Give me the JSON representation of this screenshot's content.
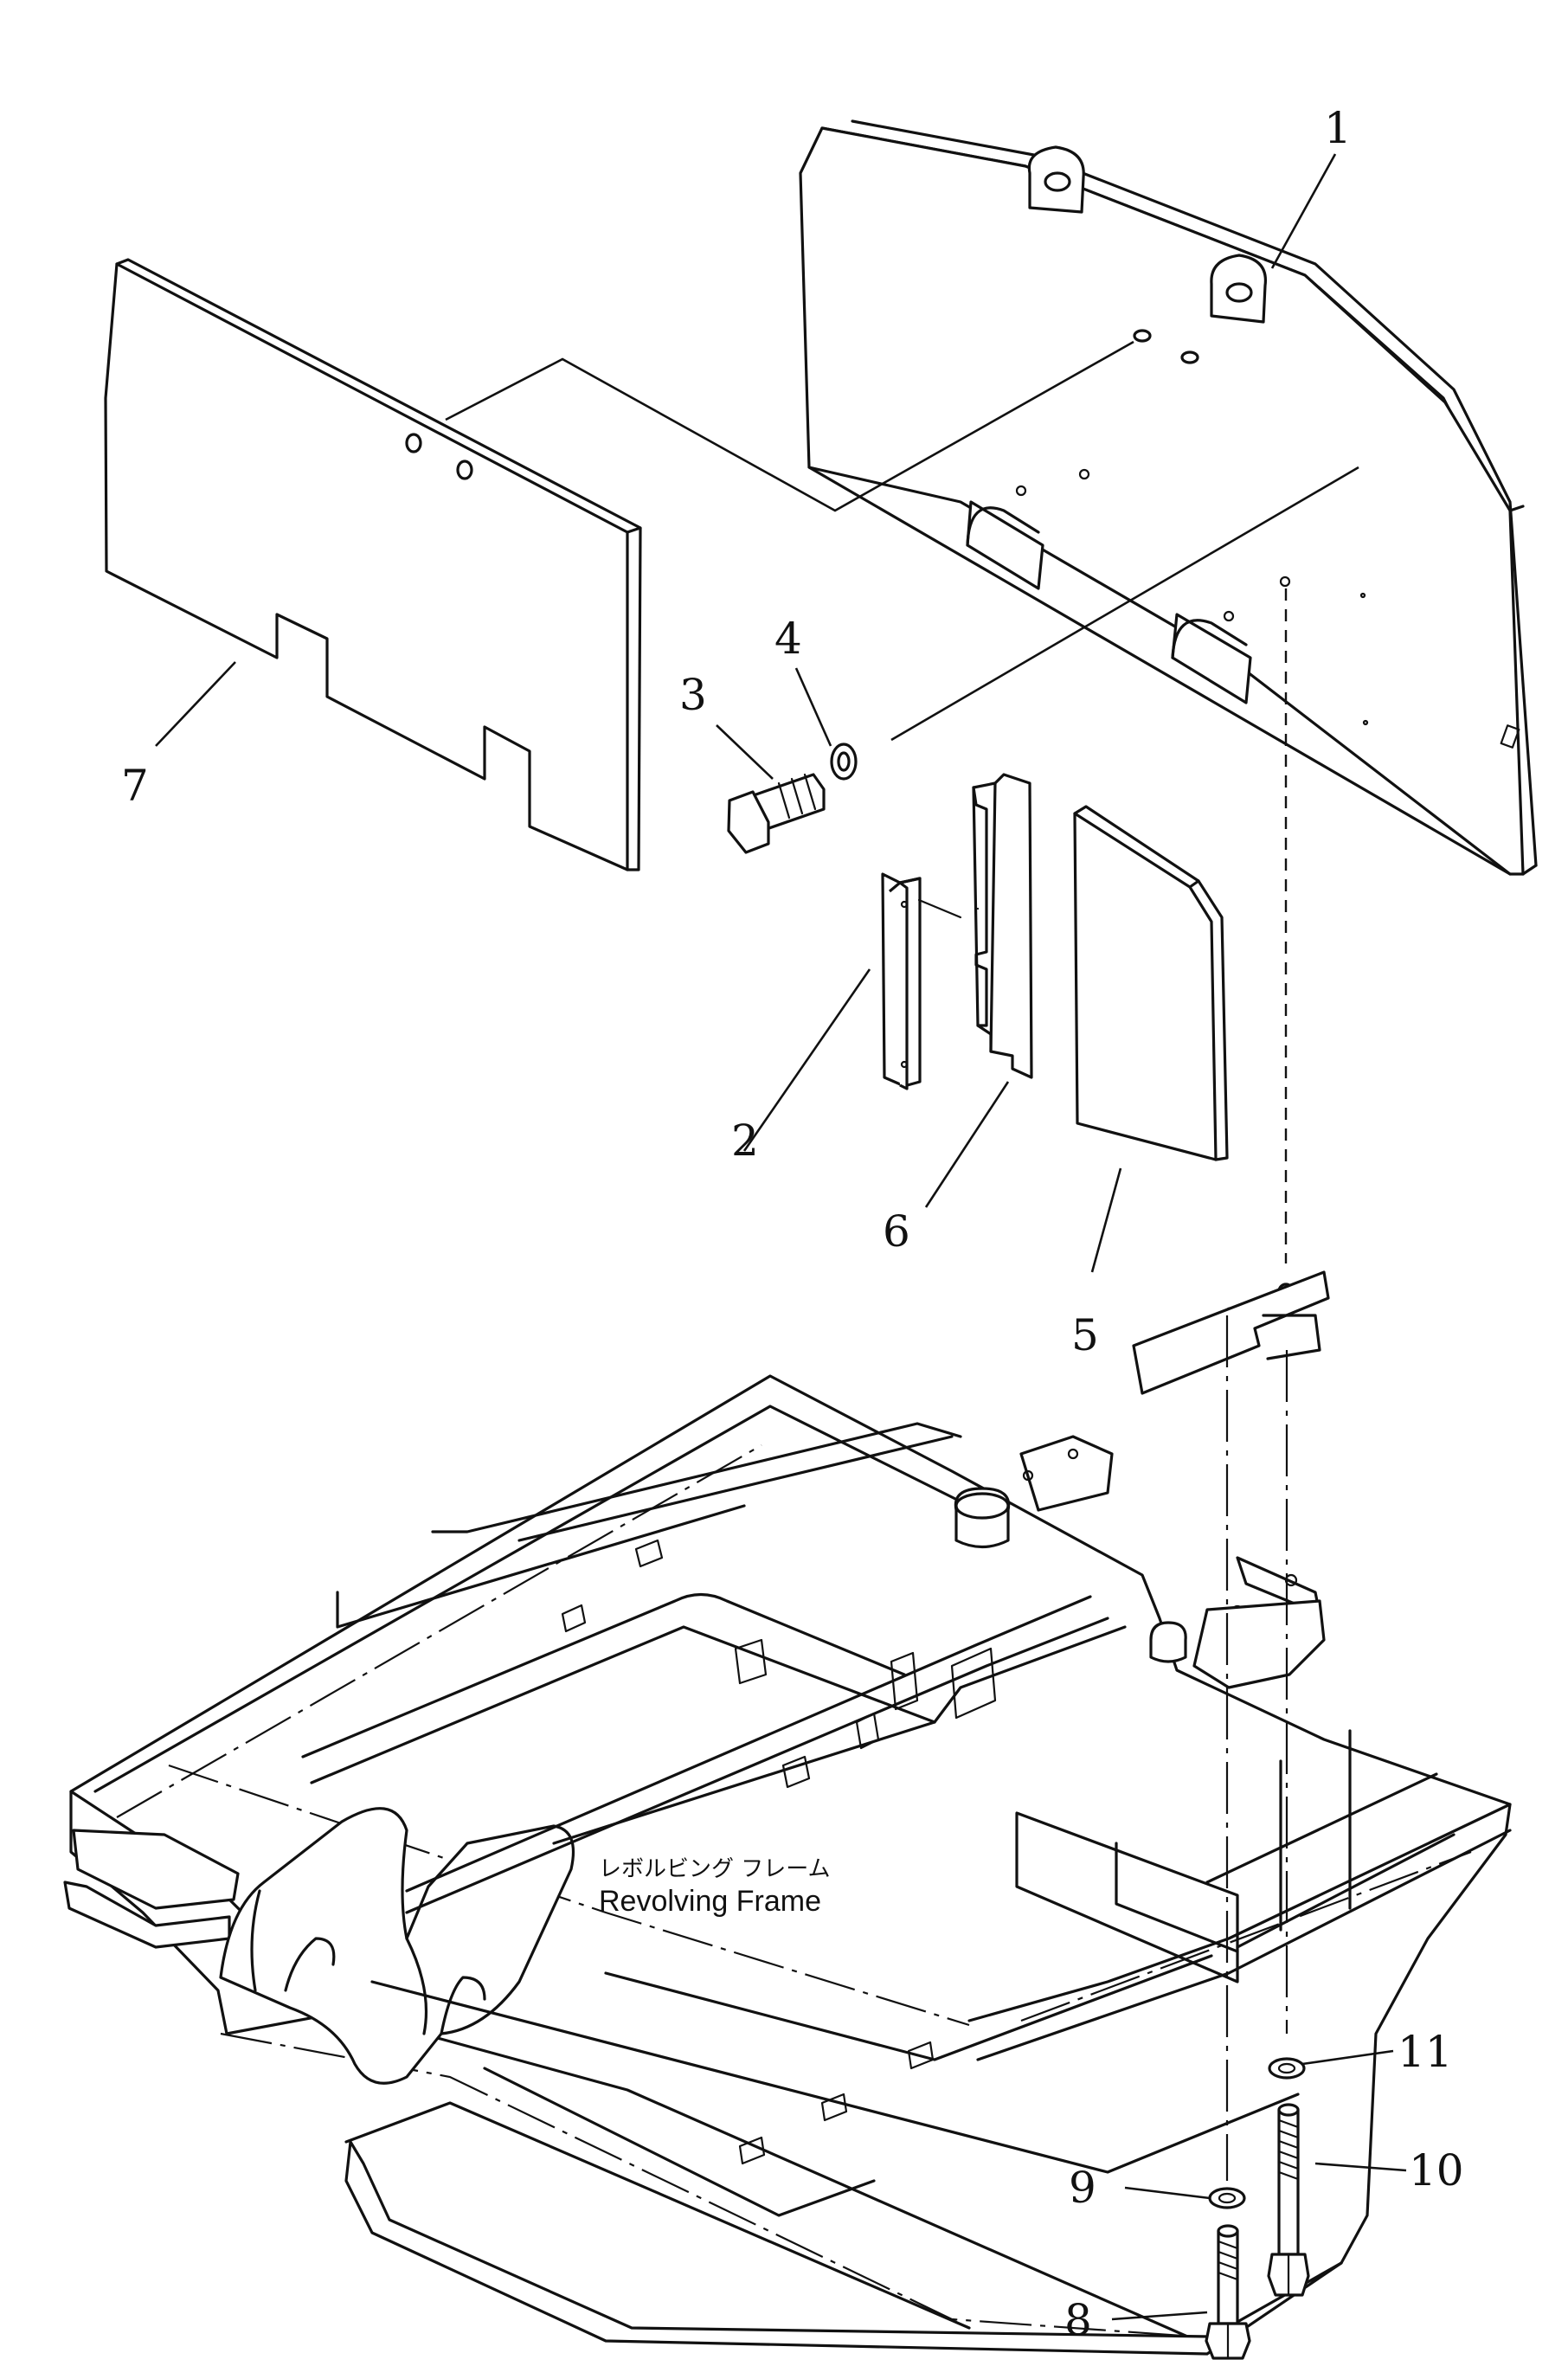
{
  "diagram": {
    "frame_label_jp": "レボルビング フレーム",
    "frame_label_en": "Revolving Frame",
    "callouts": [
      "1",
      "2",
      "3",
      "4",
      "5",
      "6",
      "7",
      "8",
      "9",
      "10",
      "11"
    ]
  }
}
